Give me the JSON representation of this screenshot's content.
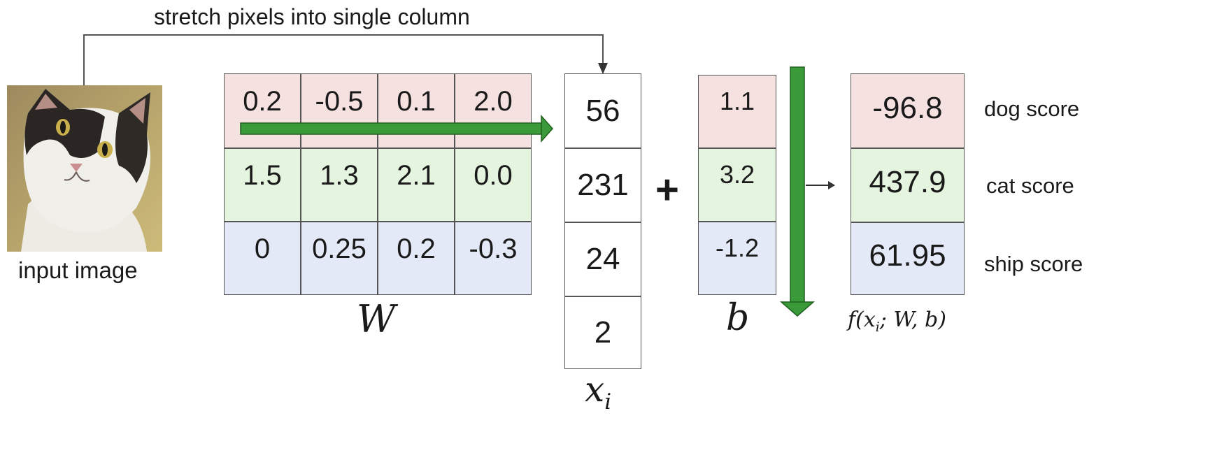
{
  "top_caption": "stretch pixels into single column",
  "input_image_label": "input image",
  "weight_matrix": {
    "symbol": "W",
    "rows": [
      [
        "0.2",
        "-0.5",
        "0.1",
        "2.0"
      ],
      [
        "1.5",
        "1.3",
        "2.1",
        "0.0"
      ],
      [
        "0",
        "0.25",
        "0.2",
        "-0.3"
      ]
    ]
  },
  "input_vector": {
    "symbol": "x_i",
    "values": [
      "56",
      "231",
      "24",
      "2"
    ]
  },
  "plus_sign": "+",
  "bias": {
    "symbol": "b",
    "values": [
      "1.1",
      "3.2",
      "-1.2"
    ]
  },
  "output": {
    "symbol": "f(x_i; W, b)",
    "values": [
      "-96.8",
      "437.9",
      "61.95"
    ],
    "class_labels": [
      "dog score",
      "cat score",
      "ship score"
    ]
  },
  "colors": {
    "dog_row": "#f6e1e1",
    "cat_row": "#e4f4df",
    "ship_row": "#e3e9f6",
    "arrow_green": "#3a9a3a"
  }
}
